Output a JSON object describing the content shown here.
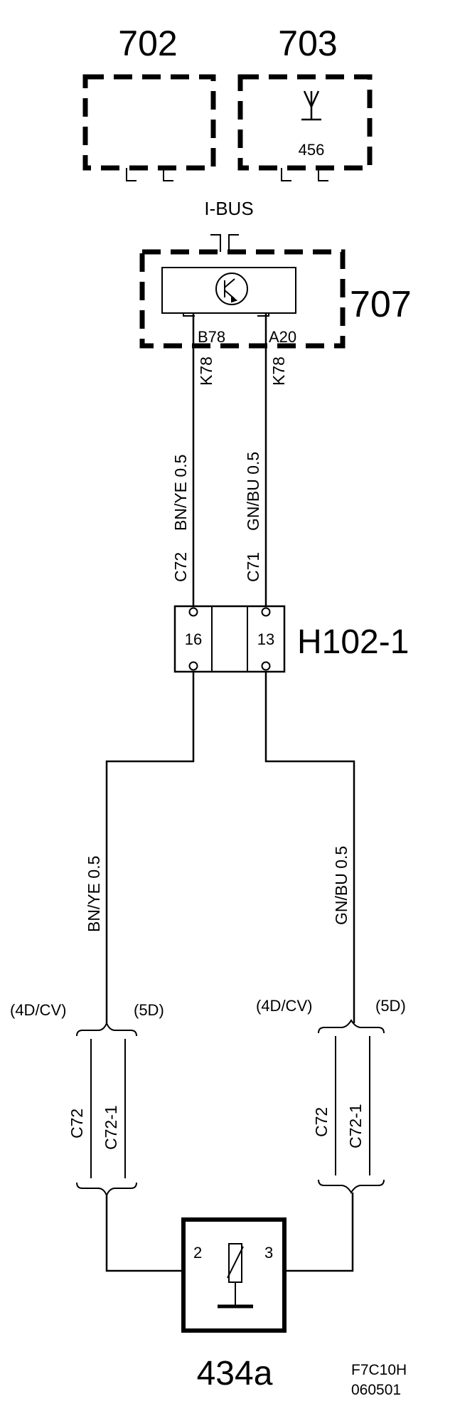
{
  "components": {
    "c702": {
      "label": "702"
    },
    "c703": {
      "label": "703",
      "sub": "456"
    },
    "c707": {
      "label": "707",
      "pin_left": "B78",
      "pin_right": "A20",
      "conn_left": "K78",
      "conn_right": "K78"
    },
    "ibus": {
      "label": "I-BUS"
    },
    "h102": {
      "label": "H102-1",
      "pin_left": "16",
      "pin_right": "13"
    },
    "c434": {
      "label": "434a",
      "pin_left": "2",
      "pin_right": "3"
    }
  },
  "wires": {
    "upper_left": {
      "connector": "C72",
      "spec": "BN/YE 0.5"
    },
    "upper_right": {
      "connector": "C71",
      "spec": "GN/BU 0.5"
    },
    "lower_left": {
      "spec": "BN/YE 0.5"
    },
    "lower_right": {
      "spec": "GN/BU 0.5"
    }
  },
  "variants": {
    "left": {
      "v1": "(4D/CV)",
      "v2": "(5D)",
      "c1": "C72",
      "c2": "C72-1"
    },
    "right": {
      "v1": "(4D/CV)",
      "v2": "(5D)",
      "c1": "C72",
      "c2": "C72-1"
    }
  },
  "footer": {
    "code": "F7C10H",
    "date": "060501"
  }
}
